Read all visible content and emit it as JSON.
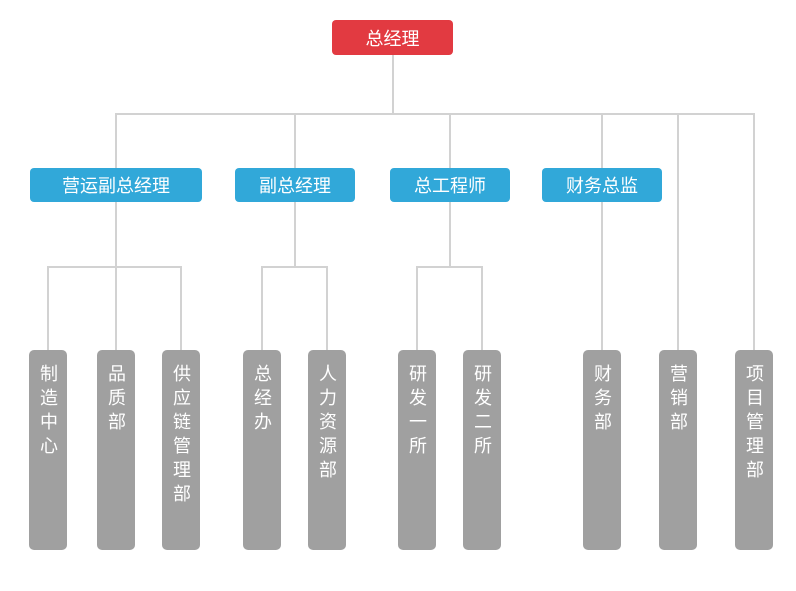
{
  "org_chart": {
    "type": "org-tree",
    "colors": {
      "root_node": "#e23a41",
      "manager_node": "#31a8d9",
      "dept_node": "#a0a0a0",
      "connector": "#d2d2d2",
      "node_text": "#ffffff",
      "background": "#ffffff"
    },
    "root": {
      "label": "总经理",
      "children": [
        {
          "label": "营运副总经理",
          "children": [
            {
              "label": "制造中心"
            },
            {
              "label": "品质部"
            },
            {
              "label": "供应链管理部"
            }
          ]
        },
        {
          "label": "副总经理",
          "children": [
            {
              "label": "总经办"
            },
            {
              "label": "人力资源部"
            }
          ]
        },
        {
          "label": "总工程师",
          "children": [
            {
              "label": "研发一所"
            },
            {
              "label": "研发二所"
            }
          ]
        },
        {
          "label": "财务总监",
          "children": [
            {
              "label": "财务部"
            }
          ]
        },
        {
          "label": "营销部",
          "children": []
        },
        {
          "label": "项目管理部",
          "children": []
        }
      ]
    }
  }
}
